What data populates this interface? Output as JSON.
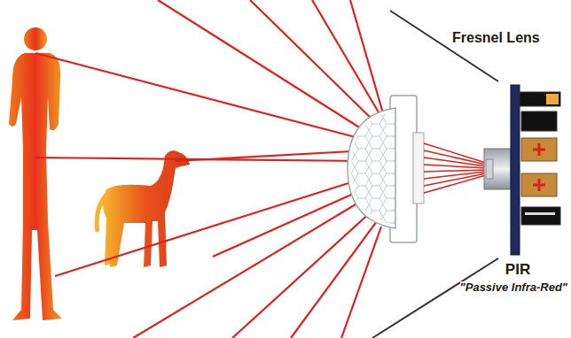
{
  "diagram": {
    "labels": [
      "Fresnel Lens",
      "PIR",
      "\"Passive Infra-Red\""
    ]
  }
}
